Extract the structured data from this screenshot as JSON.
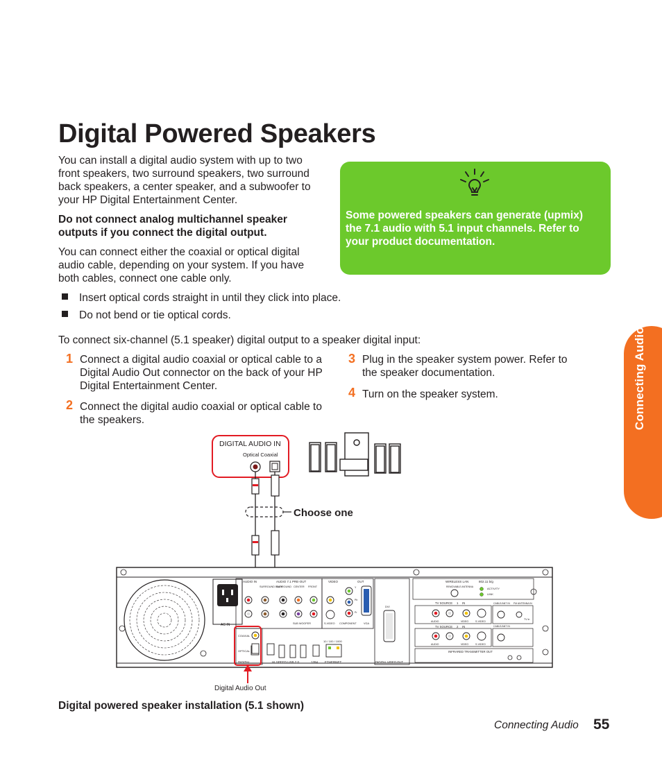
{
  "page": {
    "title": "Digital Powered Speakers",
    "intro": "You can install a digital audio system with up to two front speakers, two surround speakers, two surround back speakers, a center speaker, and a subwoofer to your HP Digital Entertainment Center.",
    "warning": "Do not connect analog multichannel speaker outputs if you connect the digital output.",
    "cable_note": "You can connect either the coaxial or optical digital audio cable, depending on your system. If you have both cables, connect one cable only.",
    "bullets": [
      "Insert optical cords straight in until they click into place.",
      "Do not bend or tie optical cords."
    ],
    "procedure_intro": "To connect six-channel (5.1 speaker) digital output to a speaker digital input:",
    "steps": [
      {
        "num": "1",
        "text": "Connect a digital audio coaxial or optical cable to a Digital Audio Out connector on the back of your HP Digital Entertainment Center."
      },
      {
        "num": "2",
        "text": "Connect the digital audio coaxial or optical cable to the speakers."
      },
      {
        "num": "3",
        "text": "Plug in the speaker system power. Refer to the speaker documentation."
      },
      {
        "num": "4",
        "text": "Turn on the speaker system."
      }
    ],
    "tip": "Some powered speakers can generate (upmix) the 7.1 audio with 5.1 input channels. Refer to your product documentation.",
    "side_tab": "Connecting Audio",
    "footer_section": "Connecting Audio",
    "page_number": "55",
    "caption": "Digital powered speaker installation (5.1 shown)"
  },
  "diagram": {
    "digital_audio_in": "DIGITAL AUDIO IN",
    "in_sublabel": "Optical Coaxial",
    "choose_one": "Choose one",
    "digital_audio_out": "Digital Audio Out",
    "panel_labels": {
      "audio": "AUDIO IN",
      "audio71": "AUDIO 7.1 PRE-OUT",
      "video": "VIDEO",
      "out": "OUT",
      "surround_back": "SURROUND BACK",
      "surround": "SURROUND",
      "center": "CENTER",
      "front": "FRONT",
      "sub_woofer": "SUB WOOFER",
      "svideo": "S-VIDEO",
      "component": "COMPONENT",
      "vga": "VGA",
      "ac_in": "AC IN",
      "coaxial": "COAXIAL",
      "optical": "OPTICAL",
      "digital": "DIGITAL",
      "usb": "HI SPEED USB 2.0",
      "ieee": "1394",
      "ethernet_speed": "10 / 100 / 1000",
      "ethernet": "ETHERNET",
      "dvi": "DVI",
      "digital_video_out": "DIGITAL VIDEO OUT",
      "wireless_lan": "WIRELESS LAN",
      "wireless_std": "802.11 b/g",
      "removable_antenna": "REMOVABLE ANTENNA",
      "activity": "ACTIVITY",
      "link": "LINK",
      "tv_source_1": "TV SOURCE",
      "tv_source_1_num": "1",
      "tv_source_2": "TV SOURCE",
      "tv_source_2_num": "2",
      "in_label": "IN",
      "cable_ant_in": "CABLE/ANT IN",
      "fm_antenna_in": "FM ANTENNA IN",
      "tv_in": "TV in",
      "audio_small": "AUDIO",
      "video_small": "VIDEO",
      "svideo_small": "S-VIDEO",
      "ir_out": "INFRARED TRANSMITTER OUT",
      "pr": "Pr",
      "pb": "Pb",
      "y": "Y"
    }
  }
}
